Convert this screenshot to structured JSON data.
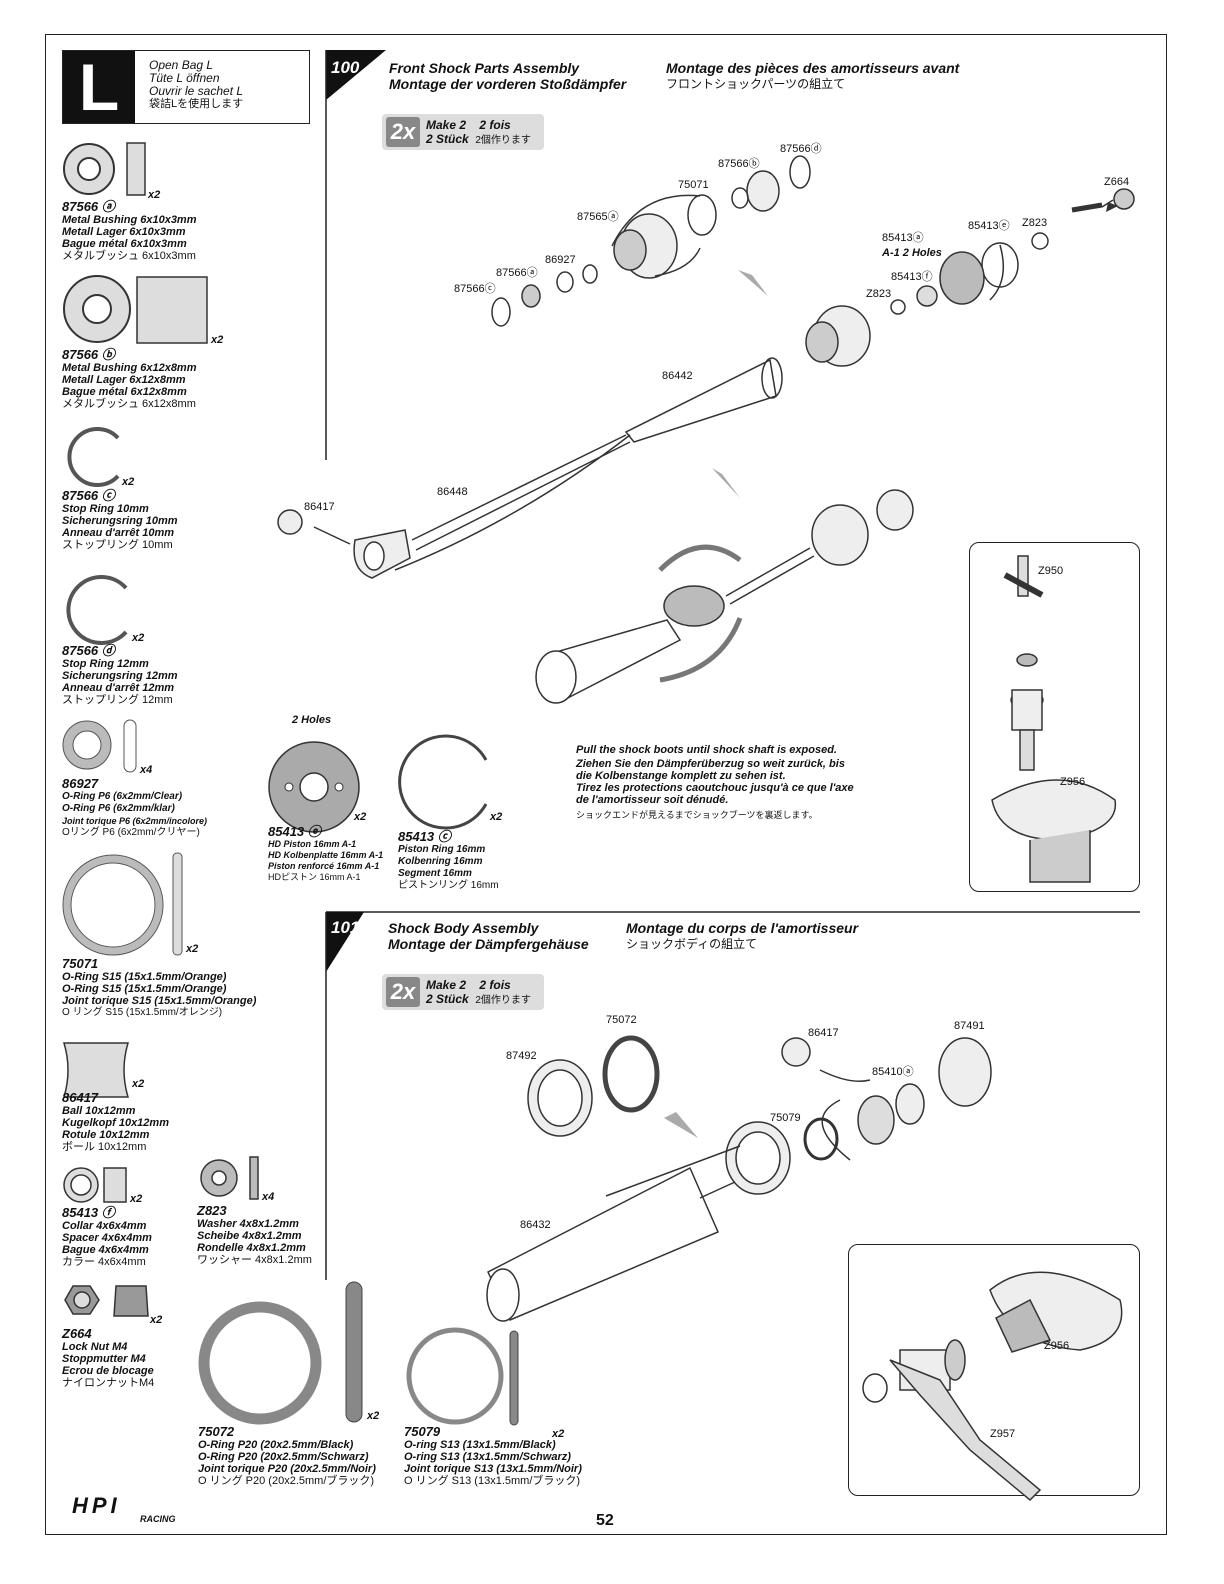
{
  "bag": {
    "letter": "L",
    "lines": [
      "Open Bag L",
      "Tüte L öffnen",
      "Ouvrir le sachet L",
      "袋詰Lを使用します"
    ]
  },
  "parts": [
    {
      "num": "87566 ⓐ",
      "qty": "x2",
      "lines": [
        "Metal Bushing 6x10x3mm",
        "Metall Lager 6x10x3mm",
        "Bague métal 6x10x3mm",
        "メタルブッシュ 6x10x3mm"
      ]
    },
    {
      "num": "87566 ⓑ",
      "qty": "x2",
      "lines": [
        "Metal Bushing 6x12x8mm",
        "Metall Lager 6x12x8mm",
        "Bague métal 6x12x8mm",
        "メタルブッシュ 6x12x8mm"
      ]
    },
    {
      "num": "87566 ⓒ",
      "qty": "x2",
      "lines": [
        "Stop Ring 10mm",
        "Sicherungsring 10mm",
        "Anneau d'arrêt 10mm",
        "ストップリング 10mm"
      ]
    },
    {
      "num": "87566 ⓓ",
      "qty": "x2",
      "lines": [
        "Stop Ring 12mm",
        "Sicherungsring 12mm",
        "Anneau d'arrêt 12mm",
        "ストップリング 12mm"
      ]
    },
    {
      "num": "86927",
      "qty": "x4",
      "lines": [
        "O-Ring P6 (6x2mm/Clear)",
        "O-Ring P6 (6x2mm/klar)",
        "Joint torique P6 (6x2mm/incolore)",
        "Oリング P6 (6x2mm/クリヤー)"
      ]
    },
    {
      "num": "75071",
      "qty": "x2",
      "lines": [
        "O-Ring S15 (15x1.5mm/Orange)",
        "O-Ring S15 (15x1.5mm/Orange)",
        "Joint torique S15 (15x1.5mm/Orange)",
        "O リング S15 (15x1.5mm/オレンジ)"
      ]
    },
    {
      "num": "86417",
      "qty": "x2",
      "lines": [
        "Ball 10x12mm",
        "Kugelkopf 10x12mm",
        "Rotule 10x12mm",
        "ボール 10x12mm"
      ]
    },
    {
      "num": "85413 ⓕ",
      "qty": "x2",
      "lines": [
        "Collar 4x6x4mm",
        "Spacer 4x6x4mm",
        "Bague 4x6x4mm",
        "カラー 4x6x4mm"
      ]
    },
    {
      "num": "Z823",
      "qty": "x4",
      "lines": [
        "Washer 4x8x1.2mm",
        "Scheibe 4x8x1.2mm",
        "Rondelle 4x8x1.2mm",
        "ワッシャー 4x8x1.2mm"
      ]
    },
    {
      "num": "Z664",
      "qty": "x2",
      "lines": [
        "Lock Nut M4",
        "Stoppmutter M4",
        "Ecrou de blocage",
        "ナイロンナットM4"
      ]
    },
    {
      "num": "85413 ⓔ",
      "qty": "x2",
      "lines": [
        "HD Piston 16mm A-1",
        "HD Kolbenplatte 16mm A-1",
        "Piston renforcé 16mm A-1",
        "HDピストン 16mm A-1"
      ]
    },
    {
      "num": "85413 ⓒ",
      "qty": "x2",
      "lines": [
        "Piston Ring 16mm",
        "Kolbenring 16mm",
        "Segment 16mm",
        "ピストンリング 16mm"
      ]
    },
    {
      "num": "75072",
      "qty": "x2",
      "lines": [
        "O-Ring P20 (20x2.5mm/Black)",
        "O-Ring P20 (20x2.5mm/Schwarz)",
        "Joint torique P20 (20x2.5mm/Noir)",
        "O リング P20 (20x2.5mm/ブラック)"
      ]
    },
    {
      "num": "75079",
      "qty": "x2",
      "lines": [
        "O-ring S13 (13x1.5mm/Black)",
        "O-ring S13 (13x1.5mm/Schwarz)",
        "Joint torique S13 (13x1.5mm/Noir)",
        "O リング S13 (13x1.5mm/ブラック)"
      ]
    }
  ],
  "piston_note": "2 Holes",
  "piston_mark": "A1",
  "step100": {
    "num": "100",
    "title": [
      "Front Shock Parts Assembly",
      "Montage der vorderen Stoßdämpfer"
    ],
    "title2": [
      "Montage des pièces des amortisseurs avant",
      "フロントショックパーツの組立て"
    ],
    "make": {
      "x": "2x",
      "l1a": "Make 2",
      "l1b": "2 fois",
      "l2a": "2 Stück",
      "l2b": "2個作ります"
    },
    "labels": [
      "87566ⓓ",
      "87566ⓑ",
      "75071",
      "87565ⓐ",
      "86927",
      "87566ⓐ",
      "87566ⓒ",
      "Z664",
      "85413ⓔ",
      "Z823",
      "85413ⓐ",
      "A-1 2 Holes",
      "85413ⓕ",
      "Z823",
      "86442",
      "86448",
      "86417",
      "Z950",
      "Z956"
    ],
    "note": [
      "Pull the shock boots until shock shaft is exposed.",
      "Ziehen Sie den Dämpferüberzug so weit zurück, bis",
      "die Kolbenstange komplett zu sehen ist.",
      "Tirez les protections caoutchouc jusqu'à ce que l'axe",
      "de l'amortisseur soit dénudé.",
      "ショックエンドが見えるまでショックブーツを裏返します。"
    ]
  },
  "step101": {
    "num": "101",
    "title": [
      "Shock Body Assembly",
      "Montage der Dämpfergehäuse"
    ],
    "title2": [
      "Montage du corps de l'amortisseur",
      "ショックボディの組立て"
    ],
    "make": {
      "x": "2x",
      "l1a": "Make 2",
      "l1b": "2 fois",
      "l2a": "2 Stück",
      "l2b": "2個作ります"
    },
    "labels": [
      "75072",
      "87492",
      "86417",
      "87491",
      "85410ⓐ",
      "75079",
      "86432",
      "Z956",
      "Z957"
    ]
  },
  "brand": {
    "top": "HPI",
    "bottom": "RACING"
  },
  "page_number": "52"
}
